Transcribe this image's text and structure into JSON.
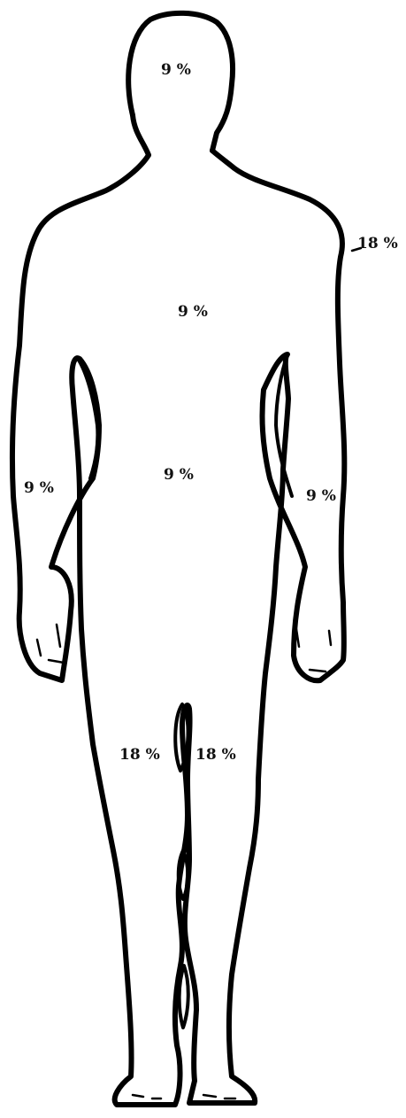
{
  "labels": {
    "head": "9 %",
    "arm_upper_right": "18 %",
    "chest": "9 %",
    "abdomen": "9 %",
    "arm_left": "9 %",
    "arm_right": "9 %",
    "leg_left": "18 %",
    "leg_right": "18 %"
  }
}
